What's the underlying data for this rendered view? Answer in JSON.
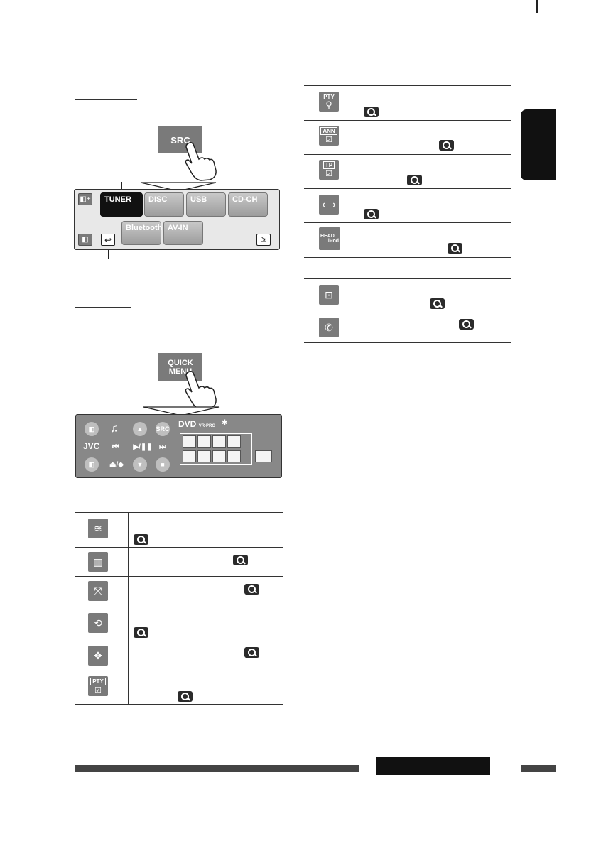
{
  "source_section": {
    "src_button_label": "SRC",
    "sources": [
      {
        "label": "TUNER",
        "icon": "antenna-tower-icon"
      },
      {
        "label": "DISC",
        "icon": "disc-icon"
      },
      {
        "label": "USB",
        "icon": "usb-stick-icon"
      },
      {
        "label": "CD-CH",
        "icon": "cd-changer-icon"
      },
      {
        "label": "Bluetooth",
        "icon": "bluetooth-icon"
      },
      {
        "label": "AV-IN",
        "icon": "av-cable-icon"
      }
    ]
  },
  "quick_menu_section": {
    "button_line1": "QUICK",
    "button_line2": "MENU",
    "panel": {
      "brand": "JVC",
      "src_label": "SRC",
      "source_name": "DVD",
      "source_sub": "VR-PRG"
    }
  },
  "left_table": {
    "rows": [
      {
        "icon": "sound-wave-icon"
      },
      {
        "icon": "equalizer-icon"
      },
      {
        "icon": "arrows-icon"
      },
      {
        "icon": "repeat-icon"
      },
      {
        "icon": "cross-arrows-icon"
      },
      {
        "icon": "pty-check-icon",
        "icon_label": "PTY"
      }
    ]
  },
  "right_table": {
    "rows": [
      {
        "icon": "pty-search-icon",
        "icon_label": "PTY"
      },
      {
        "icon": "ann-check-icon",
        "icon_label": "ANN"
      },
      {
        "icon": "tp-check-icon",
        "icon_label": "TP"
      },
      {
        "icon": "connector-icon"
      },
      {
        "icon": "head-ipod-icon",
        "icon_label": "HEAD",
        "icon_label2": "iPod"
      }
    ],
    "rows2": [
      {
        "icon": "camera-icon"
      },
      {
        "icon": "phone-icon"
      }
    ]
  },
  "colors": {
    "button_gray": "#7a7a7a",
    "panel_dark": "#888888",
    "side_tab": "#111111"
  }
}
